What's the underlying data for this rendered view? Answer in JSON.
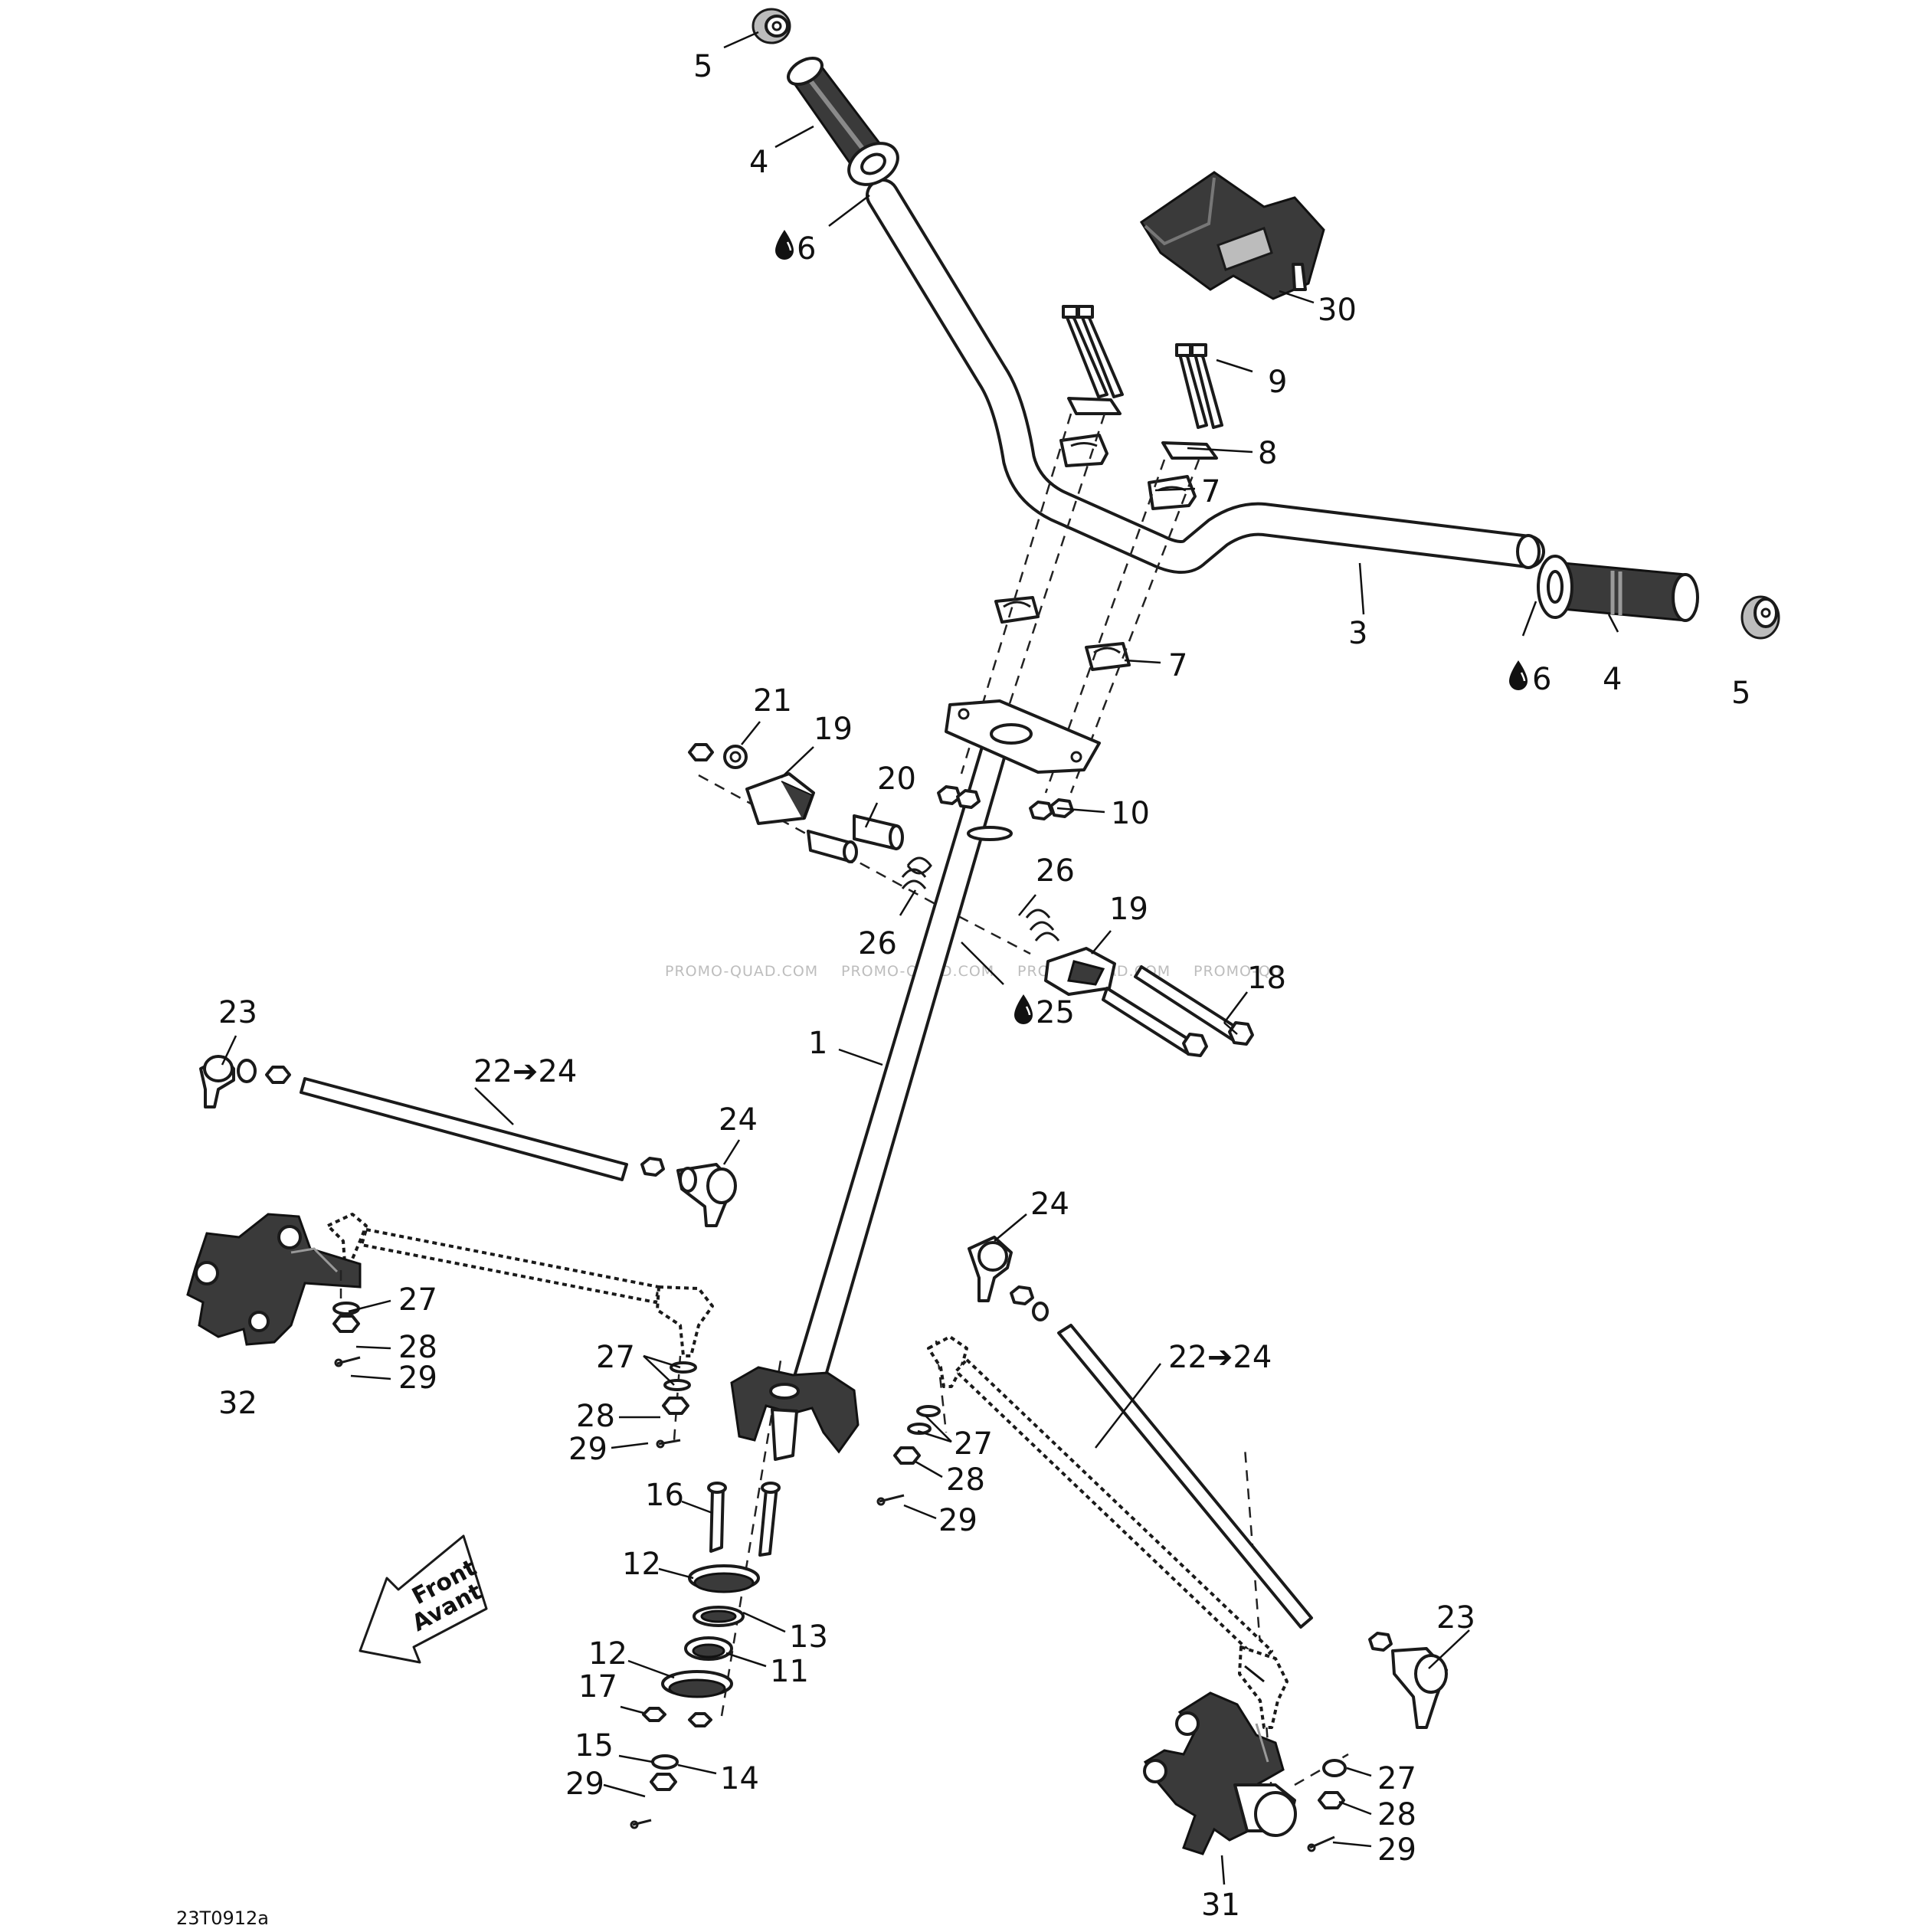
{
  "callouts": [
    {
      "id": "c5a",
      "text": "5"
    },
    {
      "id": "c4a",
      "text": "4"
    },
    {
      "id": "c6a",
      "text": "6"
    },
    {
      "id": "c30",
      "text": "30"
    },
    {
      "id": "c9",
      "text": "9"
    },
    {
      "id": "c8",
      "text": "8"
    },
    {
      "id": "c7a",
      "text": "7"
    },
    {
      "id": "c3",
      "text": "3"
    },
    {
      "id": "c6b",
      "text": "6"
    },
    {
      "id": "c4b",
      "text": "4"
    },
    {
      "id": "c5b",
      "text": "5"
    },
    {
      "id": "c7b",
      "text": "7"
    },
    {
      "id": "c21",
      "text": "21"
    },
    {
      "id": "c19a",
      "text": "19"
    },
    {
      "id": "c20",
      "text": "20"
    },
    {
      "id": "c10",
      "text": "10"
    },
    {
      "id": "c26a",
      "text": "26"
    },
    {
      "id": "c26b",
      "text": "26"
    },
    {
      "id": "c19b",
      "text": "19"
    },
    {
      "id": "c25",
      "text": "25"
    },
    {
      "id": "c18",
      "text": "18"
    },
    {
      "id": "c23a",
      "text": "23"
    },
    {
      "id": "c22a",
      "text": "22➔24"
    },
    {
      "id": "c1",
      "text": "1"
    },
    {
      "id": "c24a",
      "text": "24"
    },
    {
      "id": "c24b",
      "text": "24"
    },
    {
      "id": "c27a",
      "text": "27"
    },
    {
      "id": "c28a",
      "text": "28"
    },
    {
      "id": "c29a",
      "text": "29"
    },
    {
      "id": "c32",
      "text": "32"
    },
    {
      "id": "c27b",
      "text": "27"
    },
    {
      "id": "c28b",
      "text": "28"
    },
    {
      "id": "c29b",
      "text": "29"
    },
    {
      "id": "c22b",
      "text": "22➔24"
    },
    {
      "id": "c27c",
      "text": "27"
    },
    {
      "id": "c28c",
      "text": "28"
    },
    {
      "id": "c29c",
      "text": "29"
    },
    {
      "id": "c16",
      "text": "16"
    },
    {
      "id": "c12a",
      "text": "12"
    },
    {
      "id": "c13",
      "text": "13"
    },
    {
      "id": "c12b",
      "text": "12"
    },
    {
      "id": "c11",
      "text": "11"
    },
    {
      "id": "c17",
      "text": "17"
    },
    {
      "id": "c15",
      "text": "15"
    },
    {
      "id": "c14",
      "text": "14"
    },
    {
      "id": "c29d",
      "text": "29"
    },
    {
      "id": "c23b",
      "text": "23"
    },
    {
      "id": "c27d",
      "text": "27"
    },
    {
      "id": "c28d",
      "text": "28"
    },
    {
      "id": "c29e",
      "text": "29"
    },
    {
      "id": "c31",
      "text": "31"
    }
  ],
  "direction_arrow": {
    "line1": "Front",
    "line2": "Avant"
  },
  "watermark": [
    "PROMO-QUAD.COM",
    "PROMO-QUAD.COM",
    "PROMO-QUAD.COM",
    "PROMO-QU"
  ],
  "drawing_code": "23T0912a",
  "icons": {
    "lubricant": "oil-drop-icon"
  }
}
